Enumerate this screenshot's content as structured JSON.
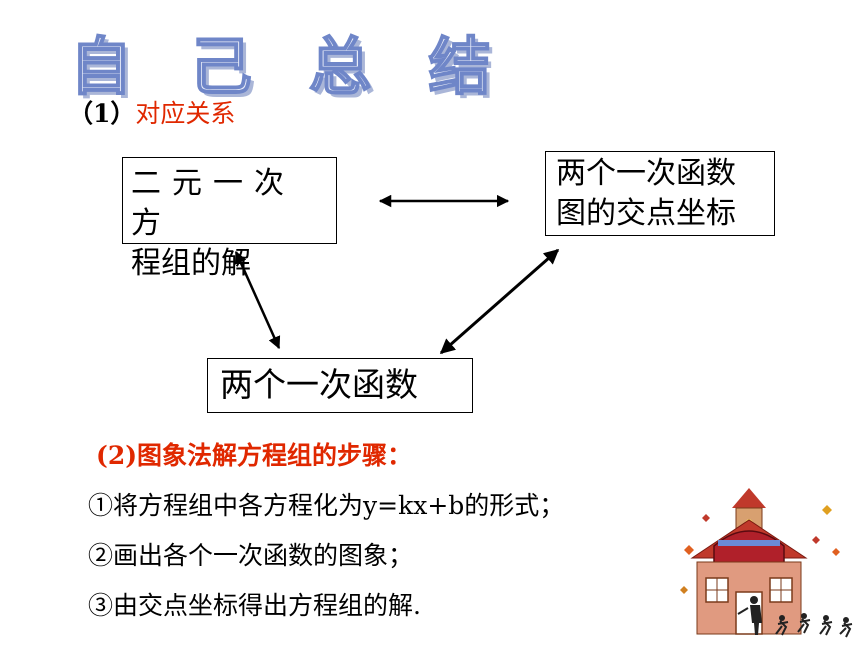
{
  "title": "自 己 总 结",
  "section1": {
    "number": "（1）",
    "label": "对应关系"
  },
  "boxes": {
    "a": {
      "line1": "二元一次方",
      "line2": "程组的解"
    },
    "b": {
      "line1": "两个一次函数",
      "line2": "图的交点坐标"
    },
    "c": {
      "text": "两个一次函数"
    }
  },
  "section2": {
    "title": "(2)图象法解方程组的步骤："
  },
  "steps": [
    "①将方程组中各方程化为y=kx+b的形式；",
    "②画出各个一次函数的图象；",
    "③由交点坐标得出方程组的解."
  ],
  "colors": {
    "accent_red": "#e02800",
    "title_blue": "#6f86c8"
  },
  "decoration_icon": "school-house-icon"
}
